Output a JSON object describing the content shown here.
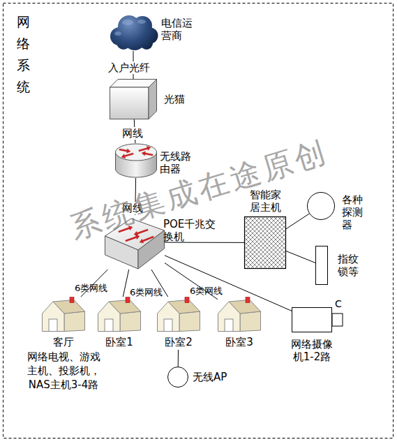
{
  "diagram": {
    "title": "网络系统",
    "nodes": [
      {
        "text": [
          "电信运营商"
        ]
      },
      {
        "text": [
          "光猫"
        ]
      },
      {
        "text": [
          "无线路由器"
        ]
      },
      {
        "text": [
          "POE千兆交换机"
        ]
      },
      {
        "text": [
          "智能家居主机"
        ]
      },
      {
        "text": [
          "各种探测器"
        ]
      },
      {
        "text": [
          "指纹锁等"
        ]
      },
      {
        "text": [
          "客厅",
          "网络电视、游戏主机、投影机，NAS主机3-4路"
        ]
      },
      {
        "text": [
          "卧室1"
        ]
      },
      {
        "text": [
          "卧室2"
        ]
      },
      {
        "text": [
          "卧室3"
        ]
      },
      {
        "text": [
          "网络摄像机1-2路"
        ]
      },
      {
        "text": [
          "无线AP"
        ]
      }
    ],
    "edges": [
      {
        "from": 0,
        "to": 1,
        "label": "入户光纤",
        "arrow": "none"
      },
      {
        "from": 1,
        "to": 2,
        "label": "网线",
        "arrow": "none"
      },
      {
        "from": 2,
        "to": 3,
        "label": "网线",
        "arrow": "none"
      },
      {
        "from": 3,
        "to": 4,
        "arrow": "none"
      },
      {
        "from": 4,
        "to": 5,
        "arrow": "none"
      },
      {
        "from": 4,
        "to": 6,
        "arrow": "none"
      },
      {
        "from": 3,
        "to": 7,
        "label": "6类网线",
        "arrow": "none"
      },
      {
        "from": 3,
        "to": 8,
        "arrow": "none"
      },
      {
        "from": 3,
        "to": 9,
        "label": "6类网线",
        "arrow": "none"
      },
      {
        "from": 3,
        "to": 10,
        "label": "6类网线",
        "arrow": "none"
      },
      {
        "from": 3,
        "to": 11,
        "arrow": "none"
      },
      {
        "from": 9,
        "to": 12,
        "arrow": "none"
      }
    ],
    "labels": [
      "系统集成在途原创",
      "C"
    ]
  }
}
